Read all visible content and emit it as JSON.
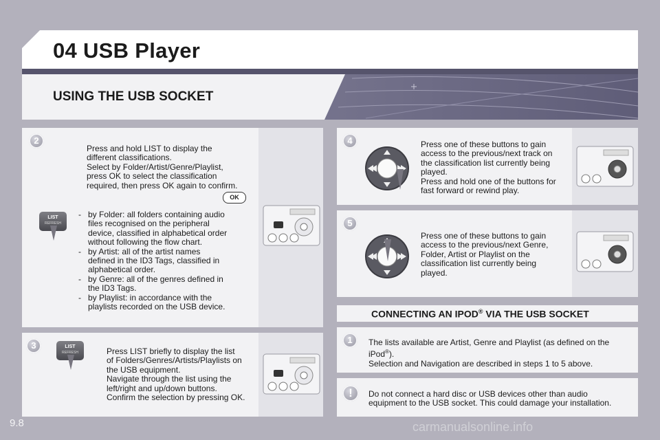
{
  "header": {
    "chapter_title": "04 USB Player",
    "section_title": "USING THE USB SOCKET"
  },
  "steps": {
    "step2": {
      "number": "2",
      "intro": [
        "Press and hold LIST to display the",
        "different classifications.",
        "Select by Folder/Artist/Genre/Playlist,",
        "press OK to select the classification",
        "required, then press OK again to confirm."
      ],
      "ok_label": "OK",
      "key_label": "LIST",
      "key_sublabel": "REFRESH",
      "bullets": [
        [
          "by Folder: all folders containing audio",
          "files recognised on the peripheral",
          "device, classified in alphabetical order",
          "without following the flow chart."
        ],
        [
          "by Artist: all of the artist names",
          "defined in the ID3 Tags, classified in",
          "alphabetical order."
        ],
        [
          "by Genre: all of the genres defined in",
          "the ID3 Tags."
        ],
        [
          "by Playlist: in accordance with the",
          "playlists recorded on the USB device."
        ]
      ]
    },
    "step3": {
      "number": "3",
      "key_label": "LIST",
      "key_sublabel": "REFRESH",
      "lines": [
        "Press LIST briefly to display the list",
        "of Folders/Genres/Artists/Playlists on",
        "the USB equipment.",
        "Navigate through the list using the",
        "left/right and up/down buttons.",
        "Confirm the selection by pressing OK."
      ]
    },
    "step4": {
      "number": "4",
      "lines": [
        "Press one of these buttons to gain",
        "access to the previous/next track on",
        "the classification list currently being",
        "played.",
        "Press and hold one of the buttons for",
        "fast forward or rewind play."
      ]
    },
    "step5": {
      "number": "5",
      "lines": [
        "Press one of these buttons to gain",
        "access to the previous/next Genre,",
        "Folder, Artist or Playlist on the",
        "classification list currently being",
        "played."
      ]
    }
  },
  "ipod": {
    "title_pre": "CONNECTING AN IPOD",
    "title_sup": "®",
    "title_post": " VIA THE USB SOCKET",
    "step1": {
      "number": "1",
      "line1": "The lists available are Artist, Genre and Playlist (as defined on the",
      "line2_pre": "iPod",
      "line2_sup": "®",
      "line2_post": ").",
      "line3": "Selection and Navigation are described in steps 1 to 5 above."
    },
    "warning": {
      "icon": "!",
      "lines": [
        "Do not connect a hard disc or USB devices other than audio",
        "equipment to the USB socket. This could damage your installation."
      ]
    }
  },
  "footer": {
    "page_number": "9.8",
    "watermark": "carmanualsonline.info"
  },
  "colors": {
    "background": "#b3b1bc",
    "panel": "#f2f2f4",
    "banner": "#6e6c86",
    "text": "#1b1b1b"
  }
}
